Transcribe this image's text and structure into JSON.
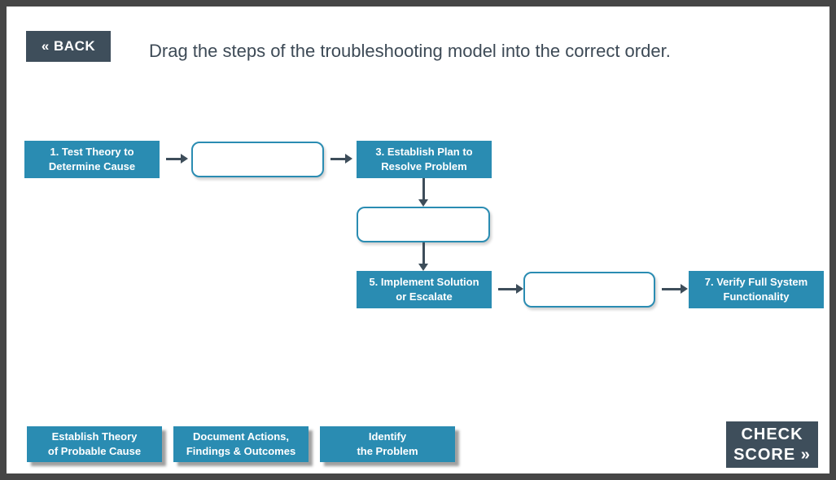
{
  "header": {
    "back_button": "« BACK",
    "title": "Drag the steps of the troubleshooting model into the correct order."
  },
  "flowchart": {
    "fixed_steps": [
      {
        "label": "1. Test Theory to\nDetermine Cause"
      },
      {
        "label": "3. Establish Plan to\nResolve Problem"
      },
      {
        "label": "5. Implement Solution\nor Escalate"
      },
      {
        "label": "7. Verify Full System\nFunctionality"
      }
    ],
    "empty_slot_count": 3
  },
  "draggables": [
    {
      "label": "Establish Theory\nof Probable Cause"
    },
    {
      "label": "Document Actions,\nFindings & Outcomes"
    },
    {
      "label": "Identify\nthe Problem"
    }
  ],
  "footer": {
    "check_score_button": "CHECK\nSCORE »"
  },
  "colors": {
    "teal": "#2a8cb2",
    "slate": "#3e4e5b",
    "arrow": "#3d4d5a",
    "frame": "#464646"
  }
}
